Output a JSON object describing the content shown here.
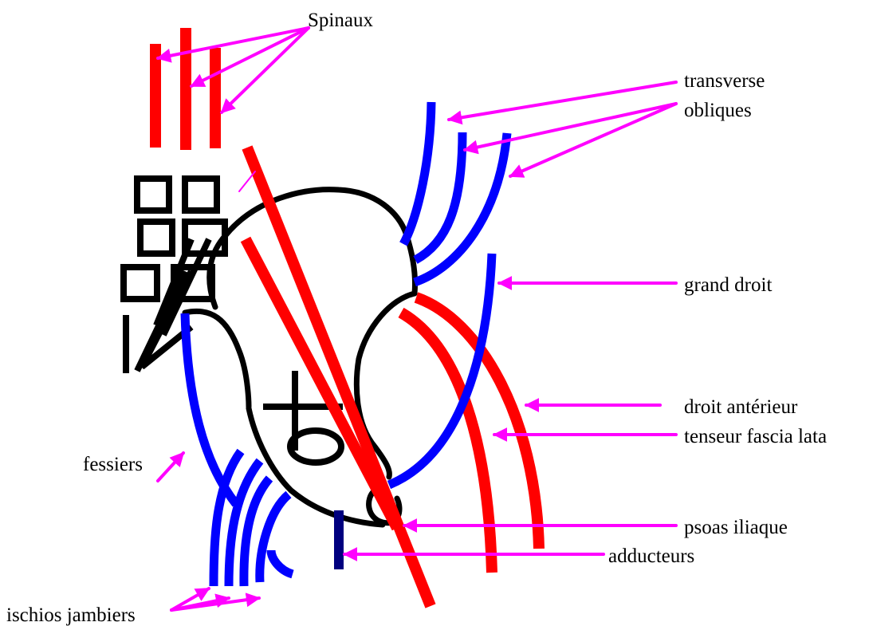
{
  "labels": {
    "spinaux": "Spinaux",
    "transverse": "transverse",
    "obliques": "obliques",
    "grand_droit": "grand droit",
    "droit_anterieur": "droit antérieur",
    "tenseur_fascia_lata": "tenseur fascia lata",
    "fessiers": "fessiers",
    "psoas_iliaque": "psoas iliaque",
    "adducteurs": "adducteurs",
    "ischios_jambiers": "ischios jambiers"
  },
  "colors": {
    "posterior_muscles": "#ff0000",
    "anterior_muscles": "#0000ff",
    "adductor": "#00007f",
    "arrows": "#ff00ff",
    "outline": "#000000"
  }
}
